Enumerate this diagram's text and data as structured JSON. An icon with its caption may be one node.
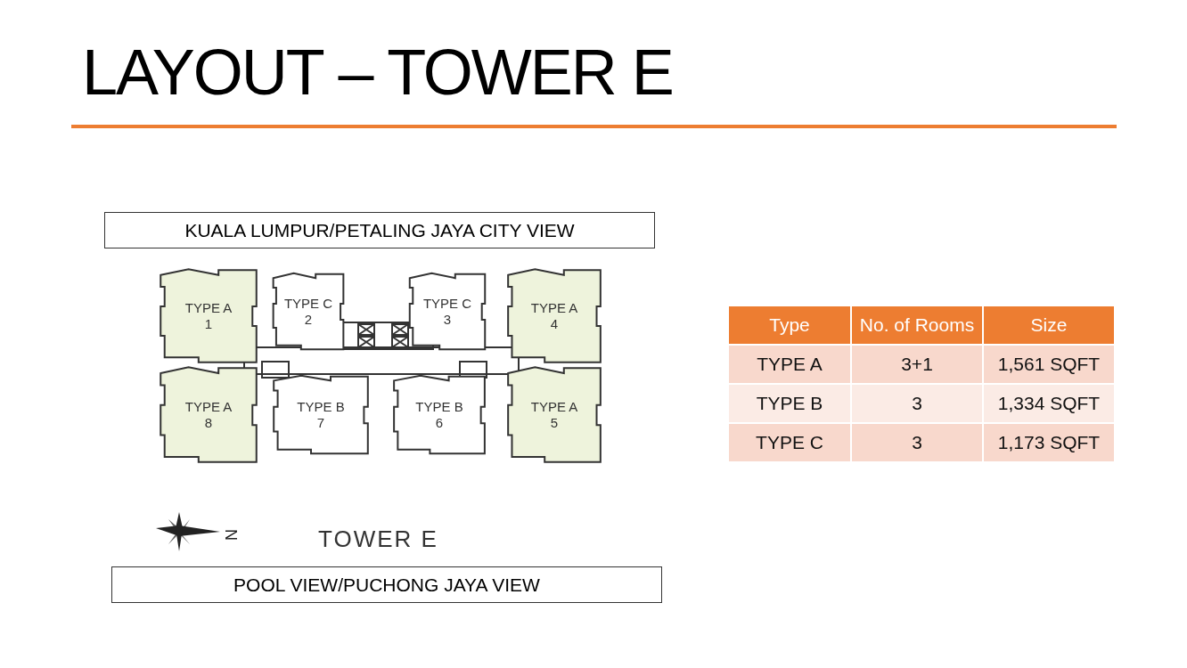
{
  "diagram": {
    "title": "LAYOUT – TOWER E",
    "nodes": [
      {
        "text": [
          "KUALA LUMPUR/PETALING JAYA CITY VIEW"
        ]
      },
      {
        "text": [
          "TYPE A",
          "1"
        ]
      },
      {
        "text": [
          "TYPE C",
          "2"
        ]
      },
      {
        "text": [
          "TYPE C",
          "3"
        ]
      },
      {
        "text": [
          "TYPE A",
          "4"
        ]
      },
      {
        "text": [
          "TYPE A",
          "8"
        ]
      },
      {
        "text": [
          "TYPE B",
          "7"
        ]
      },
      {
        "text": [
          "TYPE B",
          "6"
        ]
      },
      {
        "text": [
          "TYPE A",
          "5"
        ]
      },
      {
        "text": [
          "POOL VIEW/PUCHONG JAYA VIEW"
        ]
      }
    ],
    "edges": [],
    "labels": [
      "N",
      "TOWER E",
      "Type",
      "No. of Rooms",
      "Size",
      "TYPE A",
      "3+1",
      "1,561 SQFT",
      "TYPE B",
      "3",
      "1,334 SQFT",
      "TYPE C",
      "3",
      "1,173 SQFT"
    ]
  }
}
